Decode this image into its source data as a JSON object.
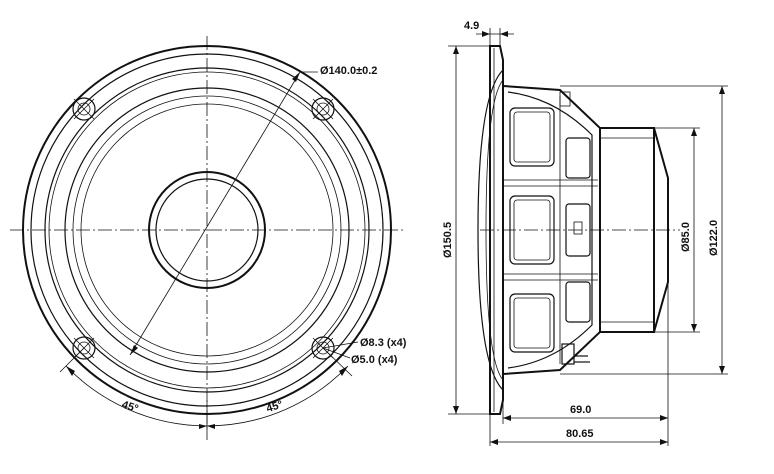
{
  "front_view": {
    "mount_diameter": "Ø140.0±0.2",
    "hole_large": "Ø8.3 (x4)",
    "hole_small": "Ø5.0 (x4)",
    "angle_left": "45°",
    "angle_right": "45°"
  },
  "side_view": {
    "flange_thickness": "4.9",
    "overall_diameter": "Ø150.5",
    "magnet_diameter": "Ø85.0",
    "frame_diameter": "Ø122.0",
    "depth_from_flange": "69.0",
    "total_depth": "80.65"
  }
}
